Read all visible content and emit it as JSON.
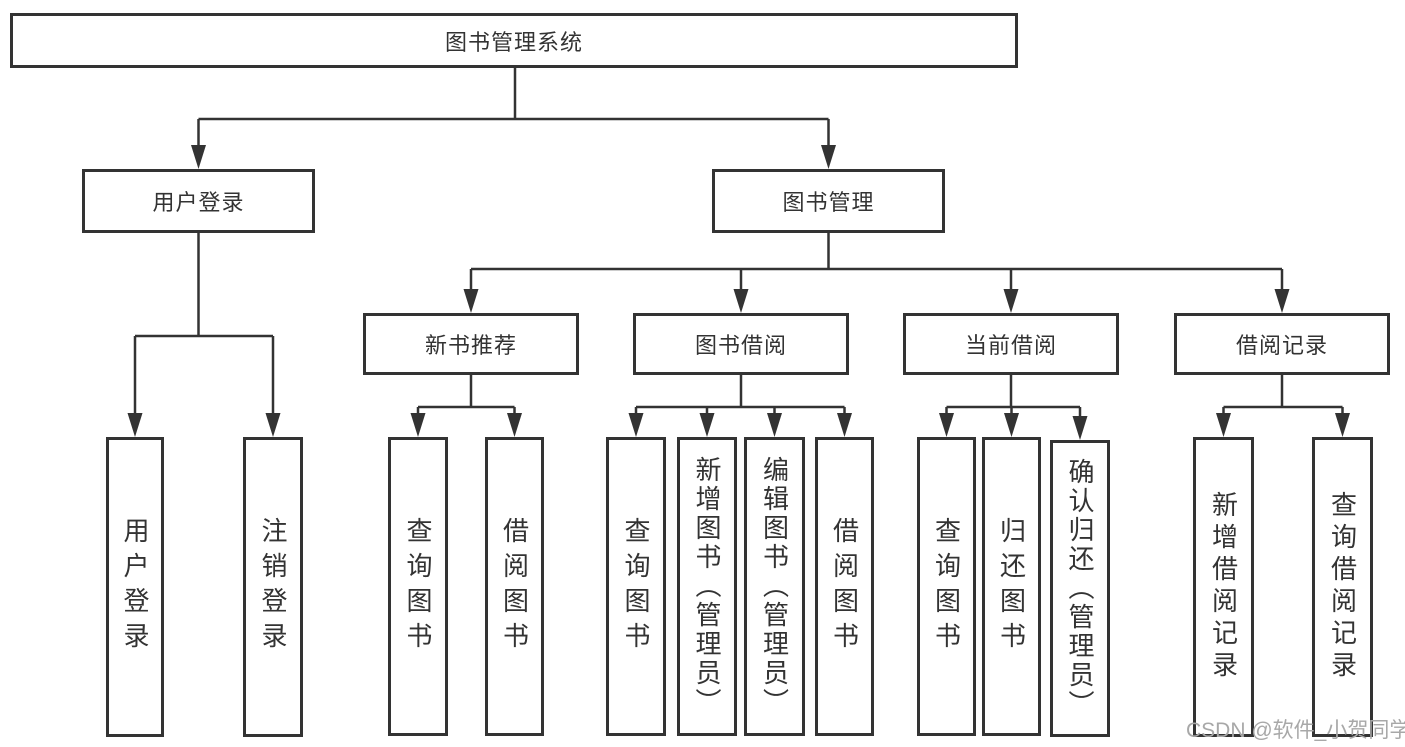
{
  "diagram": {
    "type": "hierarchy-tree",
    "tree": {
      "label": "图书管理系统",
      "children": [
        {
          "label": "用户登录",
          "children": [
            {
              "label": "用户登录"
            },
            {
              "label": "注销登录"
            }
          ]
        },
        {
          "label": "图书管理",
          "children": [
            {
              "label": "新书推荐",
              "children": [
                {
                  "label": "查询图书"
                },
                {
                  "label": "借阅图书"
                }
              ]
            },
            {
              "label": "图书借阅",
              "children": [
                {
                  "label": "查询图书"
                },
                {
                  "label": "新增图书（管理员）"
                },
                {
                  "label": "编辑图书（管理员）"
                },
                {
                  "label": "借阅图书"
                }
              ]
            },
            {
              "label": "当前借阅",
              "children": [
                {
                  "label": "查询图书"
                },
                {
                  "label": "归还图书"
                },
                {
                  "label": "确认归还（管理员）"
                }
              ]
            },
            {
              "label": "借阅记录",
              "children": [
                {
                  "label": "新增借阅记录"
                },
                {
                  "label": "查询借阅记录"
                }
              ]
            }
          ]
        }
      ]
    },
    "colors": {
      "line": "#333333",
      "box_border": "#333333",
      "box_fill": "#ffffff",
      "text": "#333333",
      "background": "#ffffff",
      "watermark": "#a8a8a8"
    }
  },
  "watermark": {
    "text": "CSDN @软件_小贺同学"
  }
}
